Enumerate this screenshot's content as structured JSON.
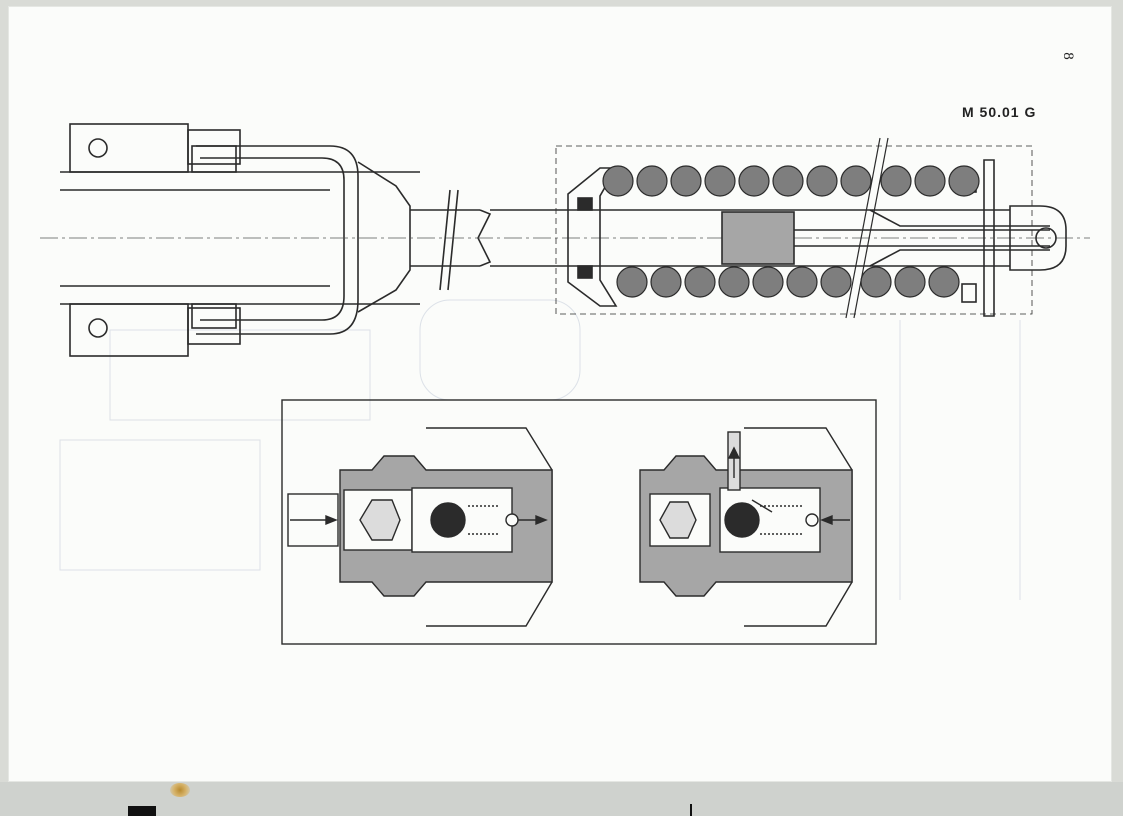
{
  "document": {
    "page_number": "8",
    "drawing_code": "M 50.01 G"
  },
  "colors": {
    "paper": "#fbfcfa",
    "ink": "#2b2b2b",
    "spring_coil": "#7e7e7e",
    "section_fill": "#a6a6a6",
    "faint_ghost": "#c9d1dd"
  },
  "figures": {
    "main": "shock-absorber-section",
    "detail_left": "grease-nipple-valve-open",
    "detail_right": "grease-nipple-valve-closed"
  }
}
